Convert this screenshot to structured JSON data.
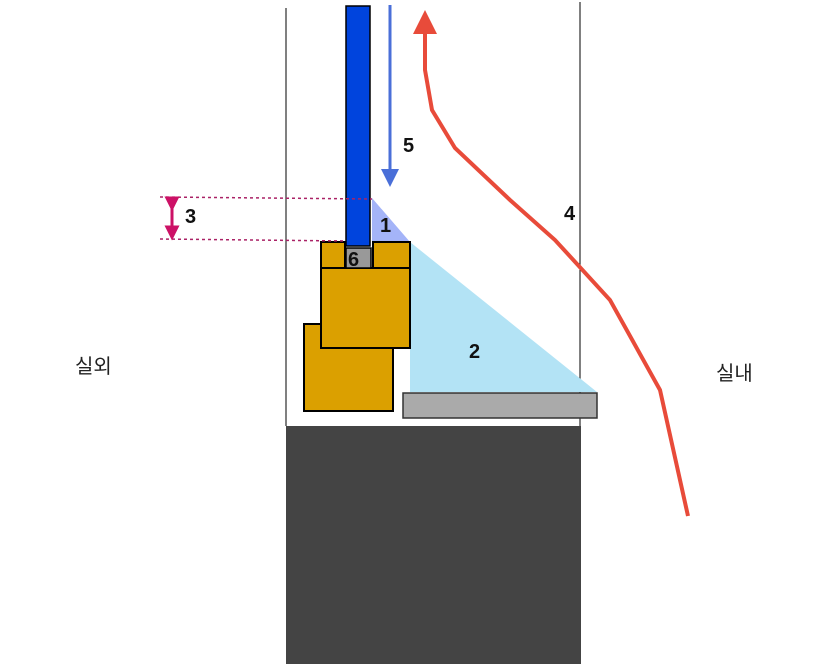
{
  "labels": {
    "outdoor": "실외",
    "indoor": "실내",
    "n1": "1",
    "n2": "2",
    "n3": "3",
    "n4": "4",
    "n5": "5",
    "n6": "6"
  },
  "colors": {
    "glass": "#0044dd",
    "down_arrow": "#4a6fd8",
    "warm_air": "#e84b3a",
    "gold": "#dba000",
    "zone1": "#a4b4f8",
    "zone2": "#b3e3f5",
    "sill": "#aaaaaa",
    "wall": "#444444",
    "dimension": "#cc1166"
  }
}
